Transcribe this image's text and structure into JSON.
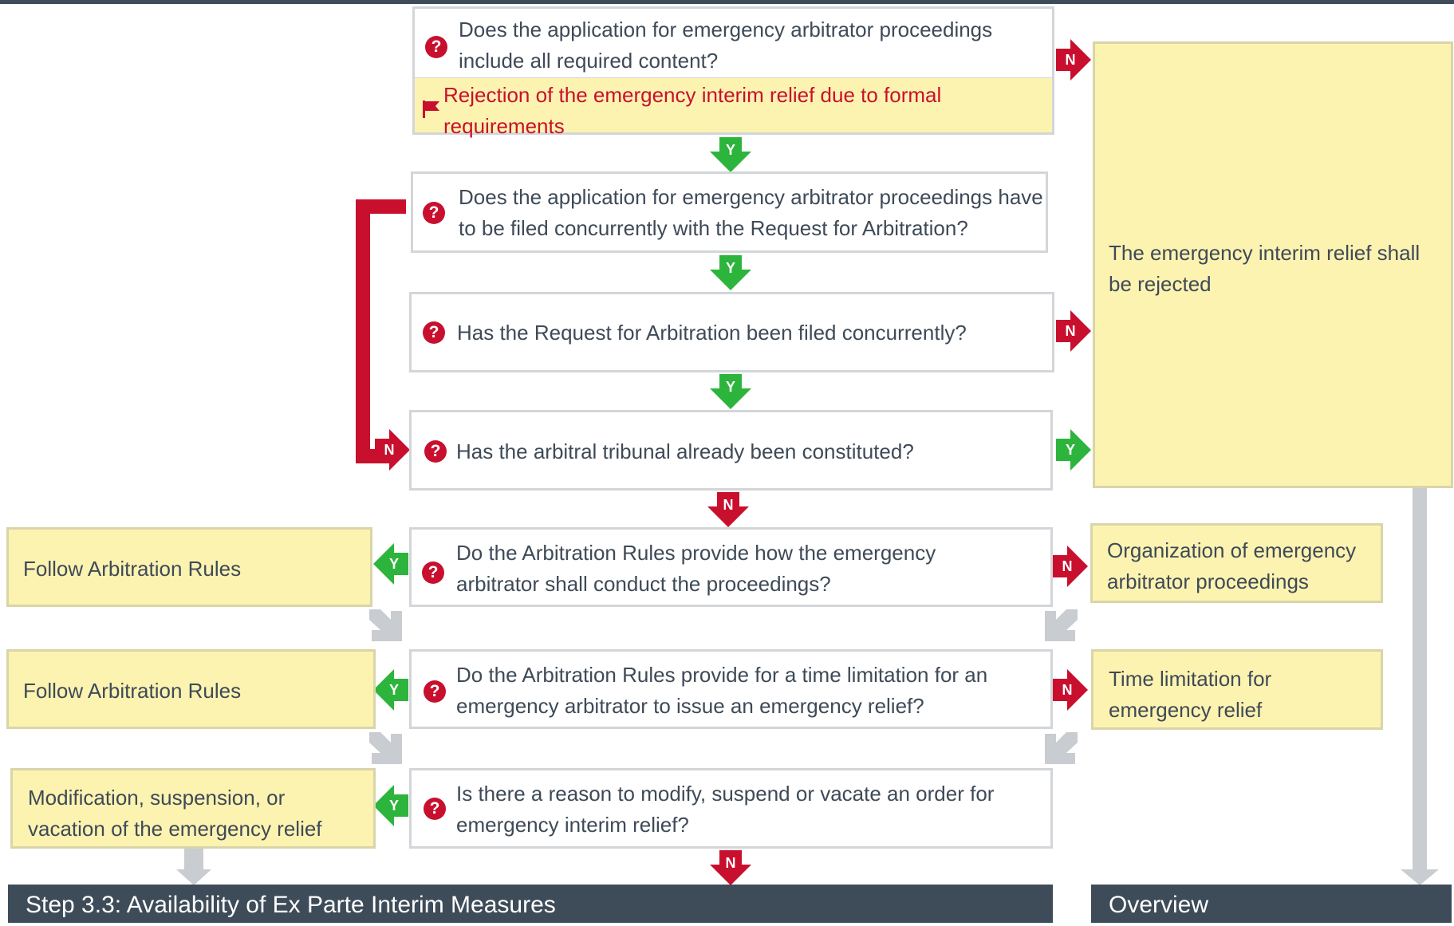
{
  "questions": {
    "q1": "Does the application for emergency arbitrator proceedings include all required content?",
    "q2": "Does the application for emergency arbitrator proceedings have to be filed concurrently with the Request for Arbitration?",
    "q3": "Has the Request for Arbitration been filed concurrently?",
    "q4": "Has the arbitral tribunal already been constituted?",
    "q5": "Do the Arbitration Rules provide how the emergency arbitrator shall conduct the proceedings?",
    "q6": "Do the Arbitration Rules provide for a time limitation for an emergency arbitrator to issue an emergency relief?",
    "q7": "Is there a reason to modify, suspend or vacate an order for emergency interim relief?"
  },
  "warning": "Rejection of the emergency interim relief due to formal requirements",
  "outcomes": {
    "rejected": "The emergency interim relief shall be rejected",
    "follow_rules_1": "Follow Arbitration Rules",
    "follow_rules_2": "Follow Arbitration Rules",
    "modification": "Modification, suspension, or vacation of the emergency relief",
    "organization": "Organization of emergency arbitrator proceedings",
    "time_limitation": "Time limitation for emergency relief"
  },
  "nav": {
    "next_step": "Step 3.3: Availability of Ex Parte Interim Measures",
    "overview": "Overview"
  },
  "labels": {
    "yes": "Y",
    "no": "N"
  },
  "icons": {
    "question": "question-circle-icon",
    "flag": "flag-icon"
  },
  "colors": {
    "yes": "#2db43c",
    "no": "#c8102e",
    "outcome_fill": "#fdf3b1",
    "nav_bar": "#3e4c59",
    "flow_arrow": "#c9ccd0"
  }
}
